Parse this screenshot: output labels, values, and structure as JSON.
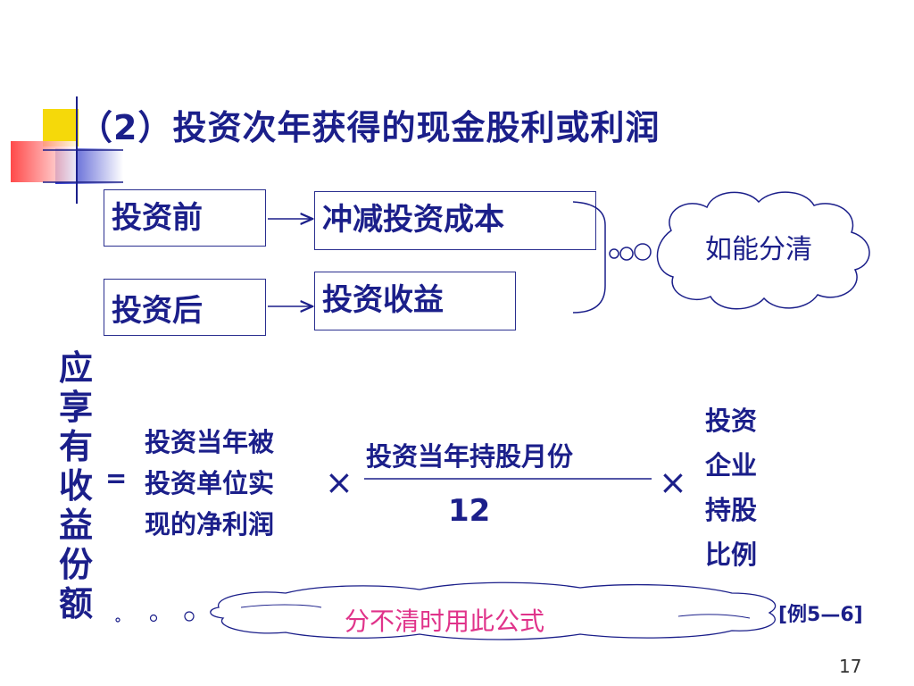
{
  "slide": {
    "title": "（2）投资次年获得的现金股利或利润",
    "boxes": {
      "before": "投资前",
      "after": "投资后",
      "reduce_cost": "冲减投资成本",
      "income": "投资收益"
    },
    "cloud_note": "如能分清",
    "formula": {
      "result_chars": [
        "应",
        "享",
        "有",
        "收",
        "益",
        "份",
        "额"
      ],
      "equals": "=",
      "profit_lines": [
        "投资当年被",
        "投资单位实",
        "现的净利润"
      ],
      "times": "×",
      "numerator": "投资当年持股月份",
      "denominator": "12",
      "ratio_lines": [
        "投资",
        "企业",
        "持股",
        "比例"
      ]
    },
    "bottom_note": "分不清时用此公式",
    "example_ref": "[例5—6]",
    "page_number": "17"
  },
  "colors": {
    "text": "#1b1f8a",
    "note": "#e0338a",
    "deco_yellow": "#f5d90a",
    "deco_blue": "#2b35c9",
    "deco_red": "#ff3b3b"
  }
}
